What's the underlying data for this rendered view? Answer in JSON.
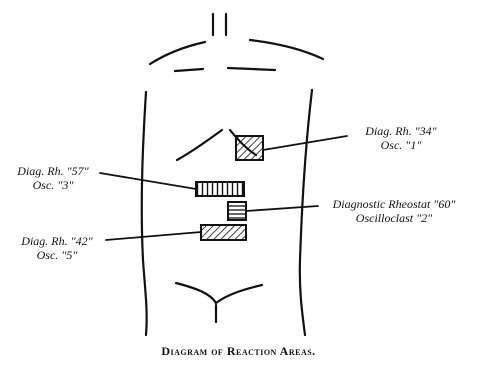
{
  "labels": {
    "top_right": {
      "line1": "Diag. Rh. \"34\"",
      "line2": "Osc. \"1\""
    },
    "upper_left": {
      "line1": "Diag. Rh. \"57\"",
      "line2": "Osc. \"3\""
    },
    "middle_right": {
      "line1": "Diagnostic Rheostat \"60\"",
      "line2": "Oscilloclast \"2\""
    },
    "lower_left": {
      "line1": "Diag. Rh. \"42\"",
      "line2": "Osc. \"5\""
    }
  },
  "caption": "Diagram of Reaction Areas."
}
